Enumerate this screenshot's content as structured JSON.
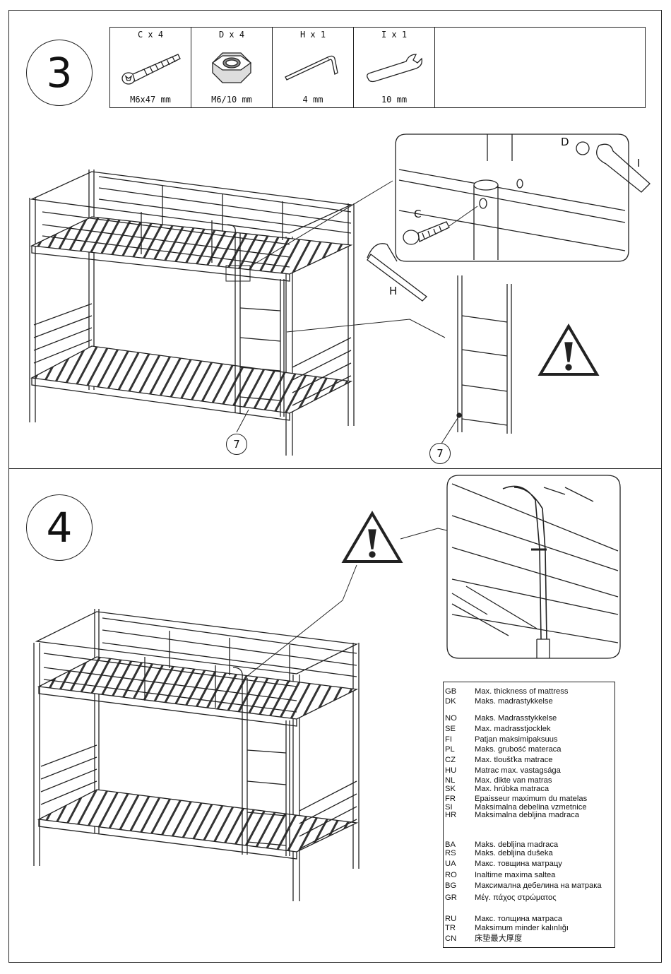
{
  "steps": {
    "step3": "3",
    "step4": "4"
  },
  "parts": [
    {
      "qty": "C x 4",
      "size": "M6x47 mm",
      "icon": "bolt-icon"
    },
    {
      "qty": "D x 4",
      "size": "M6/10 mm",
      "icon": "nut-icon"
    },
    {
      "qty": "H x 1",
      "size": "4 mm",
      "icon": "allen-key-icon"
    },
    {
      "qty": "I x 1",
      "size": "10 mm",
      "icon": "wrench-icon"
    }
  ],
  "labels": {
    "D": "D",
    "I": "I",
    "C": "C",
    "H": "H"
  },
  "callouts": {
    "ref1": "7",
    "ref2": "7"
  },
  "mattress": [
    {
      "code": "GB",
      "text": "Max. thickness of mattress"
    },
    {
      "code": "DK",
      "text": "Maks. madrastykkelse"
    },
    {
      "code": "NO",
      "text": "Maks. Madrasstykkelse"
    },
    {
      "code": "SE",
      "text": "Max. madrasstjocklek"
    },
    {
      "code": "FI",
      "text": "Patjan maksimipaksuus"
    },
    {
      "code": "PL",
      "text": "Maks. grubość materaca"
    },
    {
      "code": "CZ",
      "text": "Max. tloušťka matrace"
    },
    {
      "code": "HU",
      "text": "Matrac max. vastagsága"
    },
    {
      "code": "NL",
      "text": "Max. dikte van matras"
    },
    {
      "code": "SK",
      "text": "Max. hrúbka matraca"
    },
    {
      "code": "FR",
      "text": "Epaisseur maximum du matelas"
    },
    {
      "code": "SI",
      "text": "Maksimalna debelina vzmetnice"
    },
    {
      "code": "HR",
      "text": "Maksimalna debljina madraca"
    },
    {
      "code": "BA",
      "text": "Maks. debljina madraca"
    },
    {
      "code": "RS",
      "text": "Maks. debljina dušeka"
    },
    {
      "code": "UA",
      "text": "Макс. товщина матрацу"
    },
    {
      "code": "RO",
      "text": "Inaltime maxima saltea"
    },
    {
      "code": "BG",
      "text": "Максимална дебелина на матрака"
    },
    {
      "code": "GR",
      "text": "Μέγ. πάχος στρώματος"
    },
    {
      "code": "RU",
      "text": "Макс. толщина матраса"
    },
    {
      "code": "TR",
      "text": "Maksimum minder kalınlığı"
    },
    {
      "code": "CN",
      "text": "床垫最大厚度"
    }
  ]
}
